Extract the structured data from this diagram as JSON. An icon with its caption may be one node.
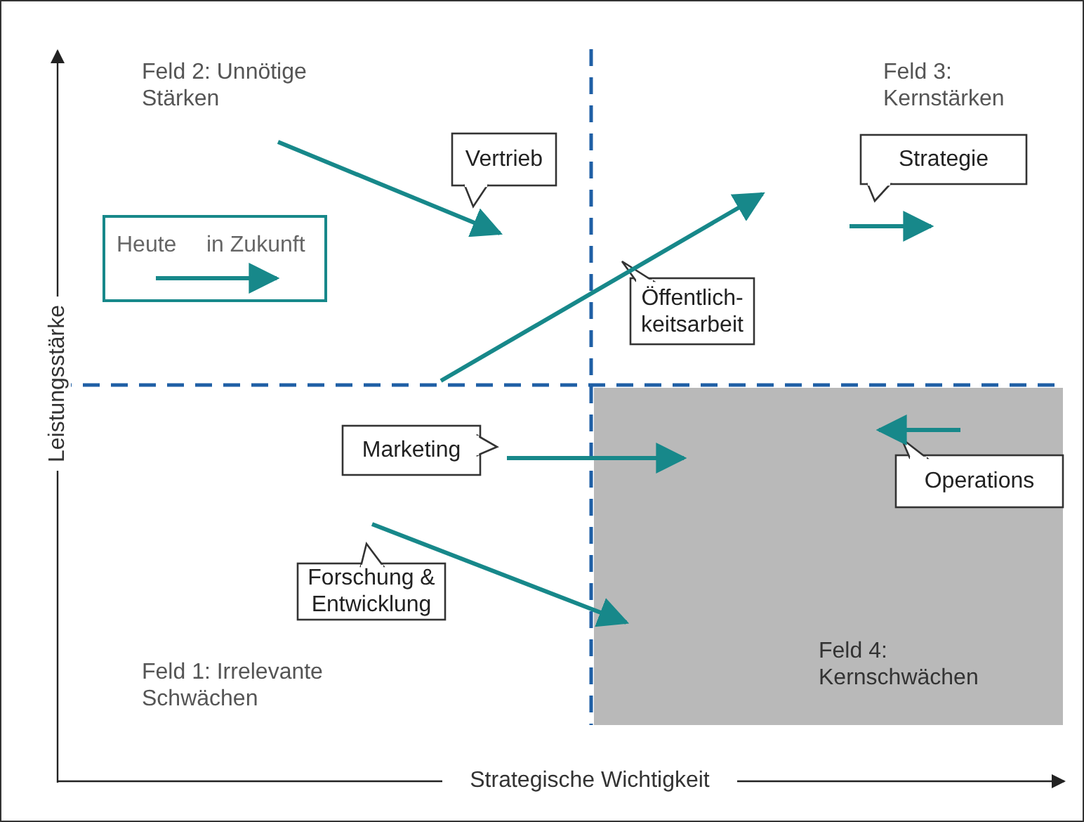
{
  "diagram": {
    "nodes": [
      {
        "text": [
          "Vertrieb"
        ]
      },
      {
        "text": [
          "Strategie"
        ]
      },
      {
        "text": [
          "Öffentlich-keitsarbeit"
        ]
      },
      {
        "text": [
          "Feld 4: Kernschwächen"
        ]
      },
      {
        "text": [
          "Marketing"
        ]
      },
      {
        "text": [
          "Operations"
        ],
        "in": 3
      },
      {
        "text": [
          "Forschung & Entwicklung"
        ]
      }
    ],
    "edges": [],
    "labels": [
      "Feld 2: Unnötige Stärken",
      "Feld 3: Kernstärken",
      "Leistungsstärke",
      "Feld 1: Irrelevante Schwächen",
      "Strategische Wichtigkeit"
    ],
    "legend": [
      {
        "text": "Heute"
      },
      {
        "text": "in Zukunft"
      }
    ]
  }
}
